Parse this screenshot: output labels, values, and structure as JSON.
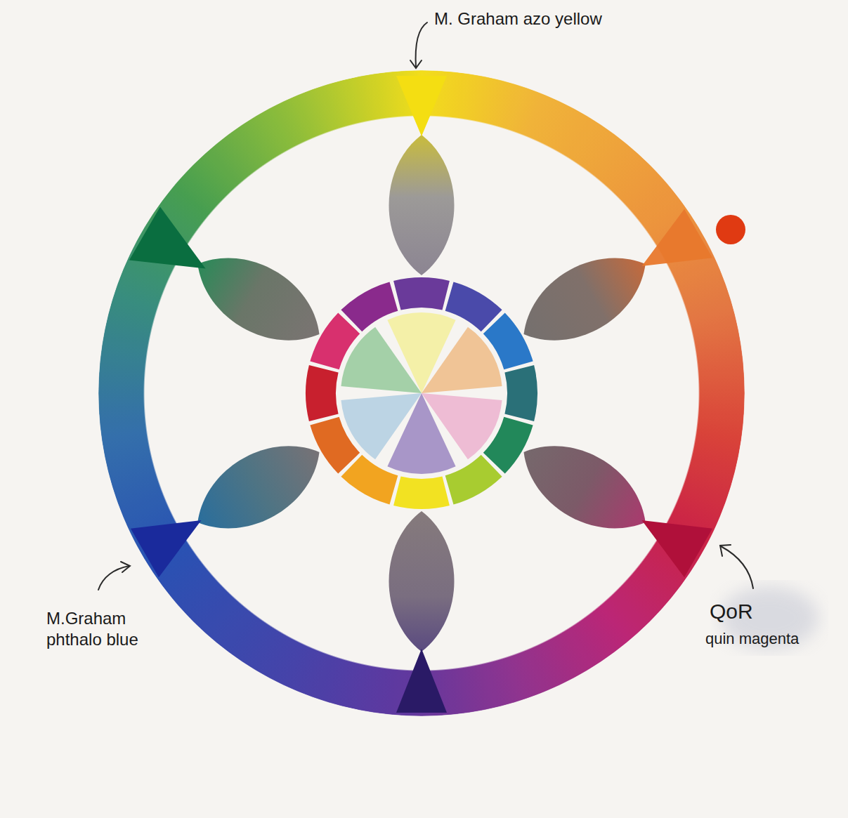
{
  "diagram": {
    "labels": [
      "M. Graham azo yellow",
      "M.Graham phthalo blue",
      "QoR",
      "quin magenta"
    ]
  }
}
